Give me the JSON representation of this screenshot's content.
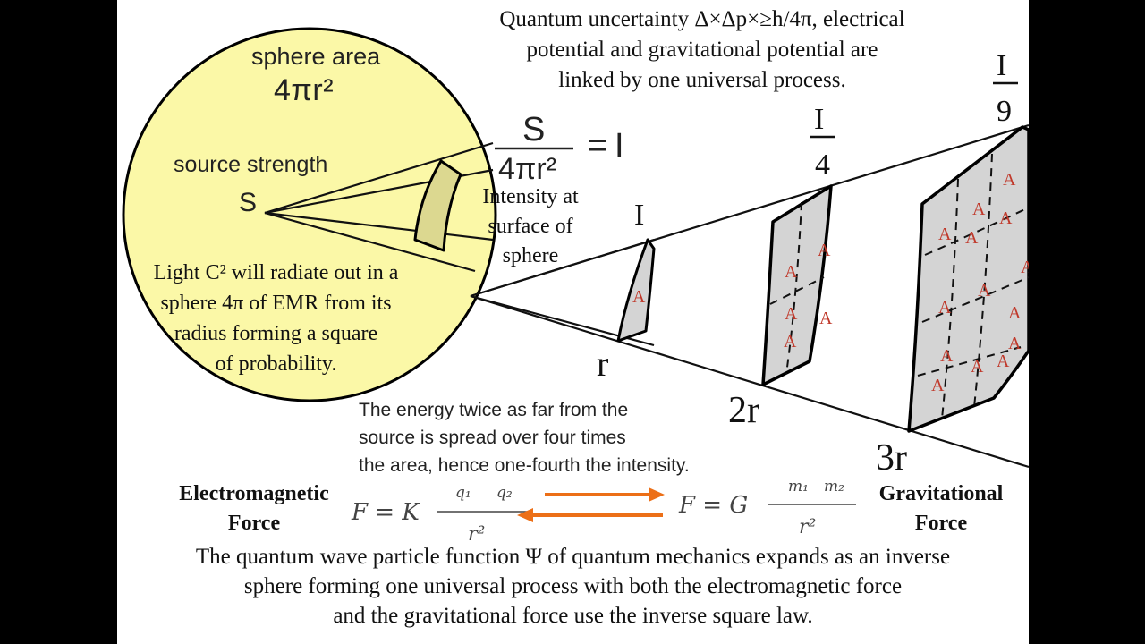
{
  "caption_top": [
    "Quantum uncertainty Δ×Δp×≥h/4π, electrical",
    "potential and gravitational potential are",
    "linked by one universal process."
  ],
  "sphere": {
    "area_label": "sphere area",
    "area_formula": "4πr²",
    "source_label": "source strength",
    "source_symbol": "S"
  },
  "intensity_formula": {
    "numerator": "S",
    "denominator": "4πr²",
    "result": "I"
  },
  "intensity_label": [
    "Intensity at",
    "surface of",
    "sphere"
  ],
  "light_text": [
    "Light C² will radiate out in a",
    "sphere 4π of EMR from its",
    "radius forming a square",
    "of probability."
  ],
  "intensities": {
    "first": "I",
    "second_num": "I",
    "second_den": "4",
    "third_num": "I",
    "third_den": "9"
  },
  "distances": {
    "first": "r",
    "second": "2r",
    "third": "3r"
  },
  "area_letter": "A",
  "energy_text": [
    "The energy twice as far from the",
    "source is spread over four times",
    "the area, hence one-fourth the intensity."
  ],
  "em_label": [
    "Electromagnetic",
    "Force"
  ],
  "grav_label": [
    "Gravitational",
    "Force"
  ],
  "coulomb": {
    "lhs": "F = K",
    "num_a": "q₁",
    "num_b": "q₂",
    "den": "r²"
  },
  "newton": {
    "lhs": "F = G",
    "num_a": "m₁",
    "num_b": "m₂",
    "den": "r²"
  },
  "caption_bottom": [
    "The quantum wave particle function Ψ of quantum mechanics expands as an inverse",
    "sphere forming one universal process with both the electromagnetic force",
    "and the gravitational force use the inverse square law."
  ],
  "colors": {
    "sphere_fill": "#fbf8a7",
    "patch_fill": "#d4d4d4",
    "arrow": "#ec6f17",
    "area_letter": "#c0392b"
  }
}
